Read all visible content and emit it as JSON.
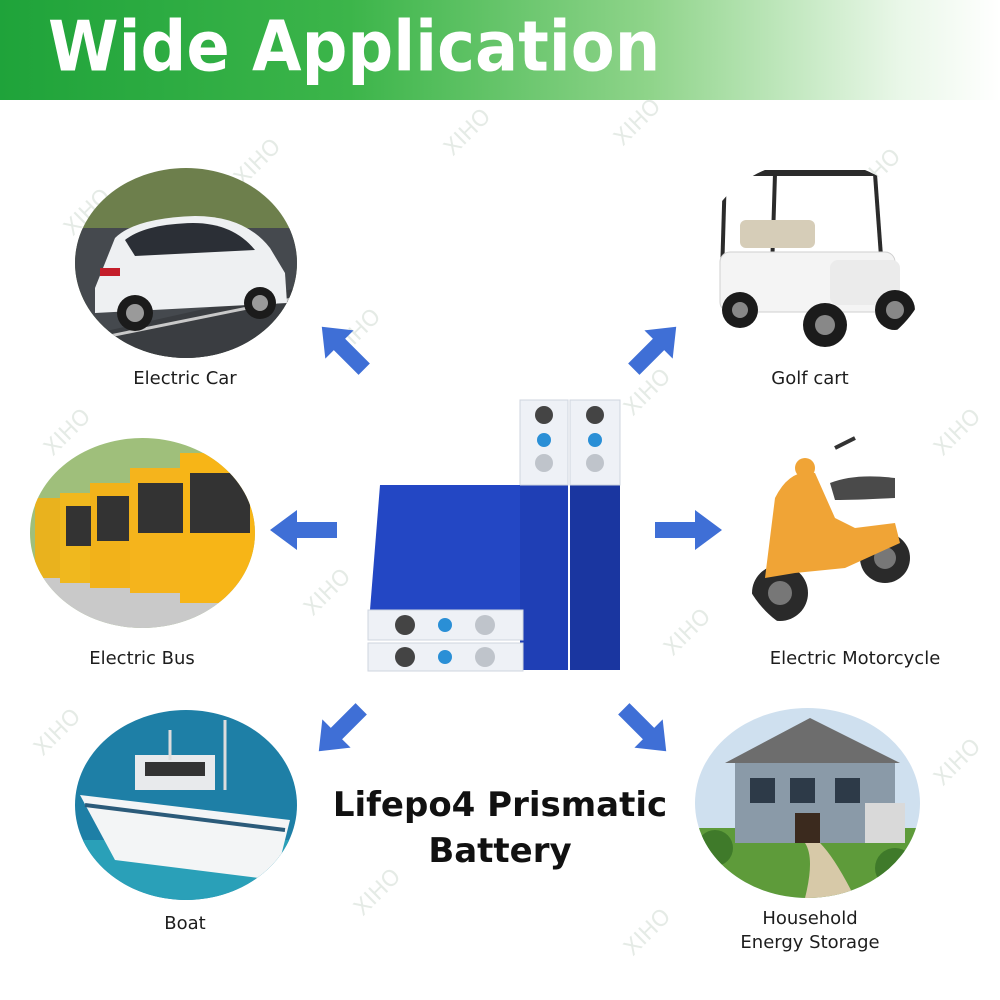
{
  "header": {
    "title": "Wide Application"
  },
  "watermark": "XIHO",
  "applications": {
    "car": {
      "label": "Electric Car",
      "icon": "car-icon"
    },
    "golf": {
      "label": "Golf cart",
      "icon": "golf-cart-icon"
    },
    "bus": {
      "label": "Electric Bus",
      "icon": "bus-icon"
    },
    "moto": {
      "label": "Electric Motorcycle",
      "icon": "motorcycle-icon"
    },
    "boat": {
      "label": "Boat",
      "icon": "boat-icon"
    },
    "home": {
      "label_line1": "Household",
      "label_line2": "Energy Storage",
      "icon": "house-icon"
    }
  },
  "product": {
    "title_line1": "Lifepo4 Prismatic",
    "title_line2": "Battery"
  },
  "colors": {
    "header_green": "#1fa33a",
    "arrow_blue": "#3f6fd6",
    "battery_blue": "#1f3fb5",
    "bus_yellow": "#f2b21a",
    "scooter_orange": "#f0a436"
  }
}
